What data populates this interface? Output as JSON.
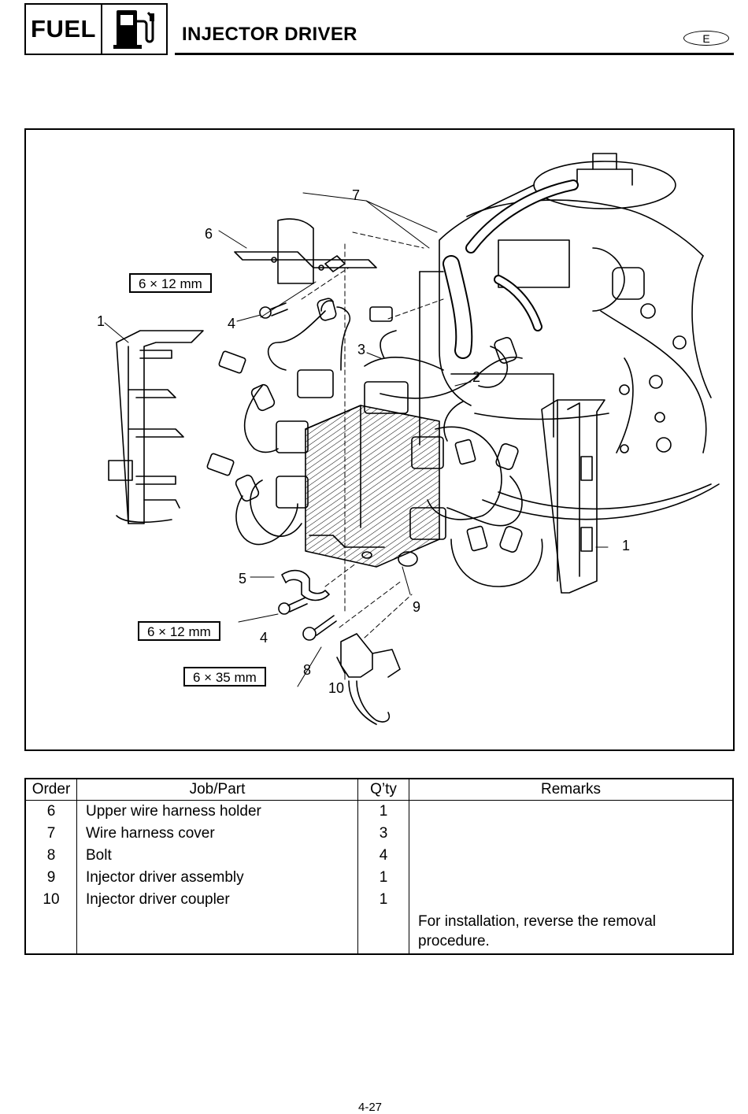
{
  "header": {
    "chapter": "FUEL",
    "chapter_icon": "fuel-pump-icon",
    "title": "INJECTOR DRIVER",
    "lang_badge": "E"
  },
  "figure": {
    "icon": "injector-driver-exploded-view",
    "callouts": {
      "c1_left": "1",
      "c1_right": "1",
      "c2": "2",
      "c3": "3",
      "c4_top": "4",
      "c4_bottom": "4",
      "c5": "5",
      "c6": "6",
      "c7": "7",
      "c8": "8",
      "c9": "9",
      "c10": "10"
    },
    "size_labels": {
      "upper_bolt": "6 × 12 mm",
      "lower_bolt": "6 × 12 mm",
      "long_bolt": "6 × 35 mm"
    }
  },
  "table": {
    "headers": {
      "order": "Order",
      "part": "Job/Part",
      "qty": "Q’ty",
      "remarks": "Remarks"
    },
    "rows": [
      {
        "order": "6",
        "part": "Upper wire harness holder",
        "qty": "1",
        "remarks": ""
      },
      {
        "order": "7",
        "part": "Wire harness cover",
        "qty": "3",
        "remarks": ""
      },
      {
        "order": "8",
        "part": "Bolt",
        "qty": "4",
        "remarks": ""
      },
      {
        "order": "9",
        "part": "Injector driver assembly",
        "qty": "1",
        "remarks": ""
      },
      {
        "order": "10",
        "part": "Injector driver coupler",
        "qty": "1",
        "remarks": ""
      },
      {
        "order": "",
        "part": "",
        "qty": "",
        "remarks": "For installation, reverse the removal procedure."
      }
    ]
  },
  "page_number": "4-27"
}
